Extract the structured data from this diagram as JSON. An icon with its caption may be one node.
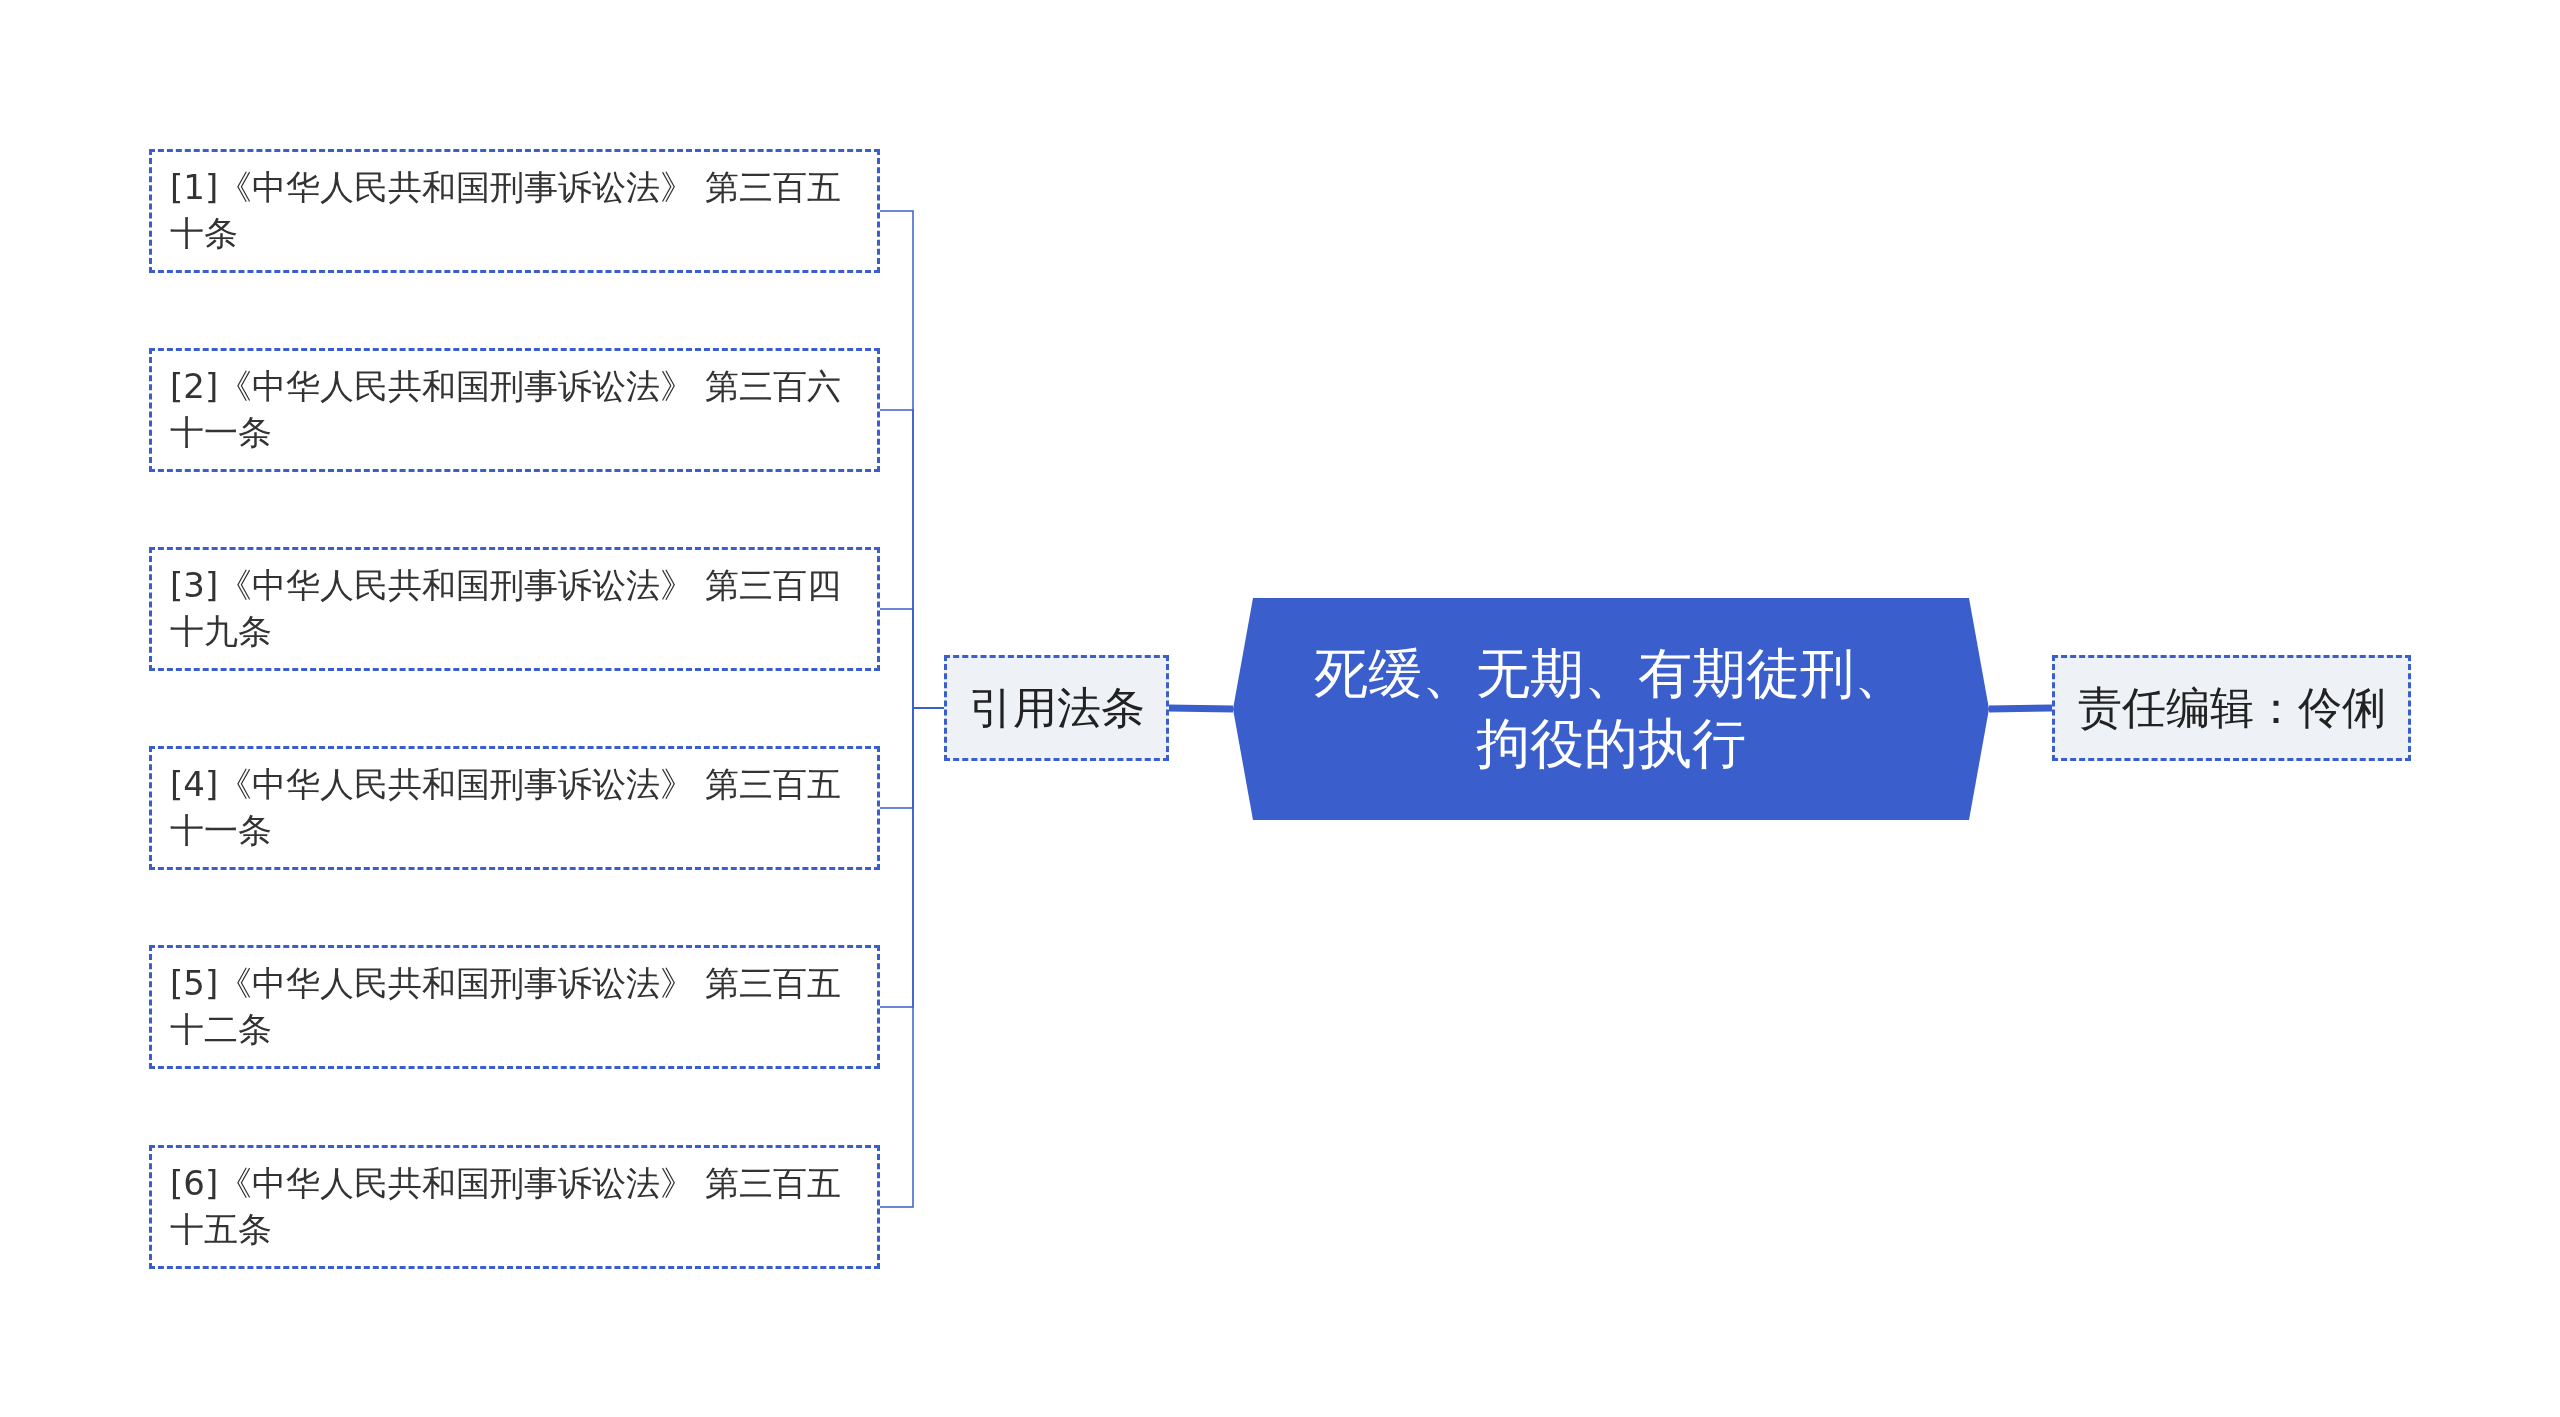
{
  "diagram": {
    "nodes": [
      {
        "text": [
          "死缓、无期、有期徒刑、拘役的执行"
        ]
      },
      {
        "text": [
          "引用法条"
        ]
      },
      {
        "text": [
          "[1]《中华人民共和国刑事诉讼法》 第三百五十条"
        ]
      },
      {
        "text": [
          "[2]《中华人民共和国刑事诉讼法》 第三百六十一条"
        ]
      },
      {
        "text": [
          "[3]《中华人民共和国刑事诉讼法》 第三百四十九条"
        ]
      },
      {
        "text": [
          "[4]《中华人民共和国刑事诉讼法》 第三百五十一条"
        ]
      },
      {
        "text": [
          "[5]《中华人民共和国刑事诉讼法》 第三百五十二条"
        ]
      },
      {
        "text": [
          "[6]《中华人民共和国刑事诉讼法》 第三百五十五条"
        ]
      },
      {
        "text": [
          "责任编辑：伶俐"
        ]
      }
    ],
    "edges": [
      {
        "from": 0,
        "to": 1,
        "arrow": "none",
        "style": "thick"
      },
      {
        "from": 0,
        "to": 8,
        "arrow": "none",
        "style": "thick"
      },
      {
        "from": 1,
        "to": 2,
        "arrow": "none"
      },
      {
        "from": 1,
        "to": 3,
        "arrow": "none"
      },
      {
        "from": 1,
        "to": 4,
        "arrow": "none"
      },
      {
        "from": 1,
        "to": 5,
        "arrow": "none"
      },
      {
        "from": 1,
        "to": 6,
        "arrow": "none"
      },
      {
        "from": 1,
        "to": 7,
        "arrow": "none"
      }
    ]
  }
}
